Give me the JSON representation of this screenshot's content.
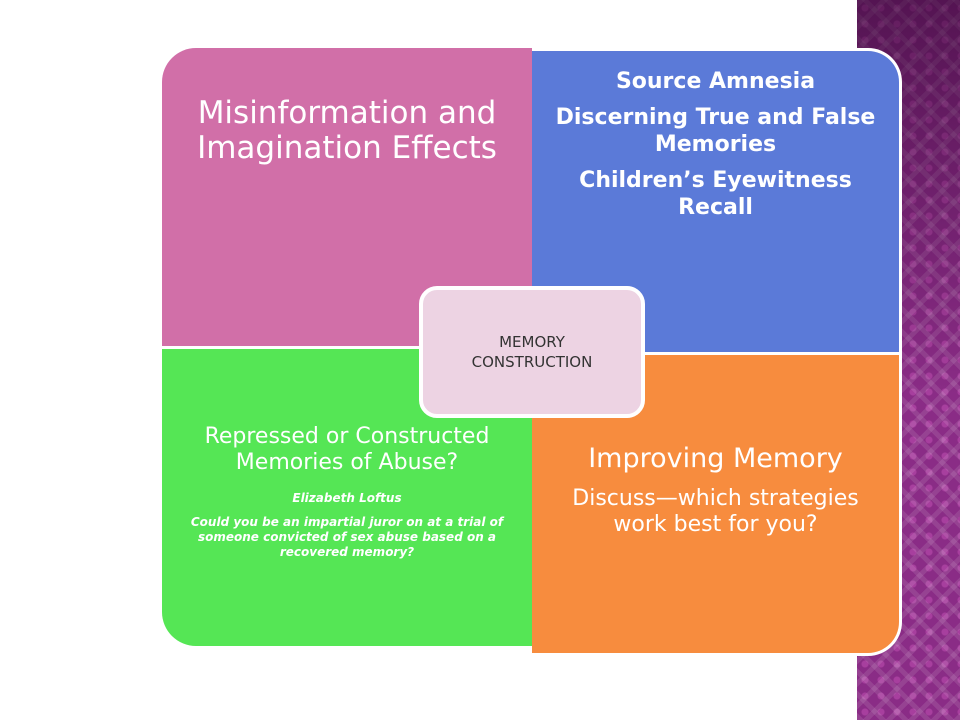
{
  "diagram": {
    "center": {
      "line1": "MEMORY",
      "line2": "CONSTRUCTION"
    },
    "top_left": {
      "title": "Misinformation and Imagination Effects"
    },
    "top_right": {
      "items": [
        "Source Amnesia",
        "Discerning True and False Memories",
        "Children’s Eyewitness Recall"
      ]
    },
    "bottom_left": {
      "title": "Repressed or Constructed Memories of Abuse?",
      "name": "Elizabeth Loftus",
      "question": "Could you be an impartial juror on at a trial of someone convicted of sex abuse based on a recovered memory?"
    },
    "bottom_right": {
      "title": "Improving Memory",
      "subtitle": "Discuss—which strategies work best for you?"
    }
  },
  "colors": {
    "top_left": "#d16fa8",
    "top_right": "#5b7ad8",
    "bottom_left": "#55e655",
    "bottom_right": "#f78c3e",
    "center": "#edd3e3",
    "deco_strip": "#8a2c86"
  }
}
